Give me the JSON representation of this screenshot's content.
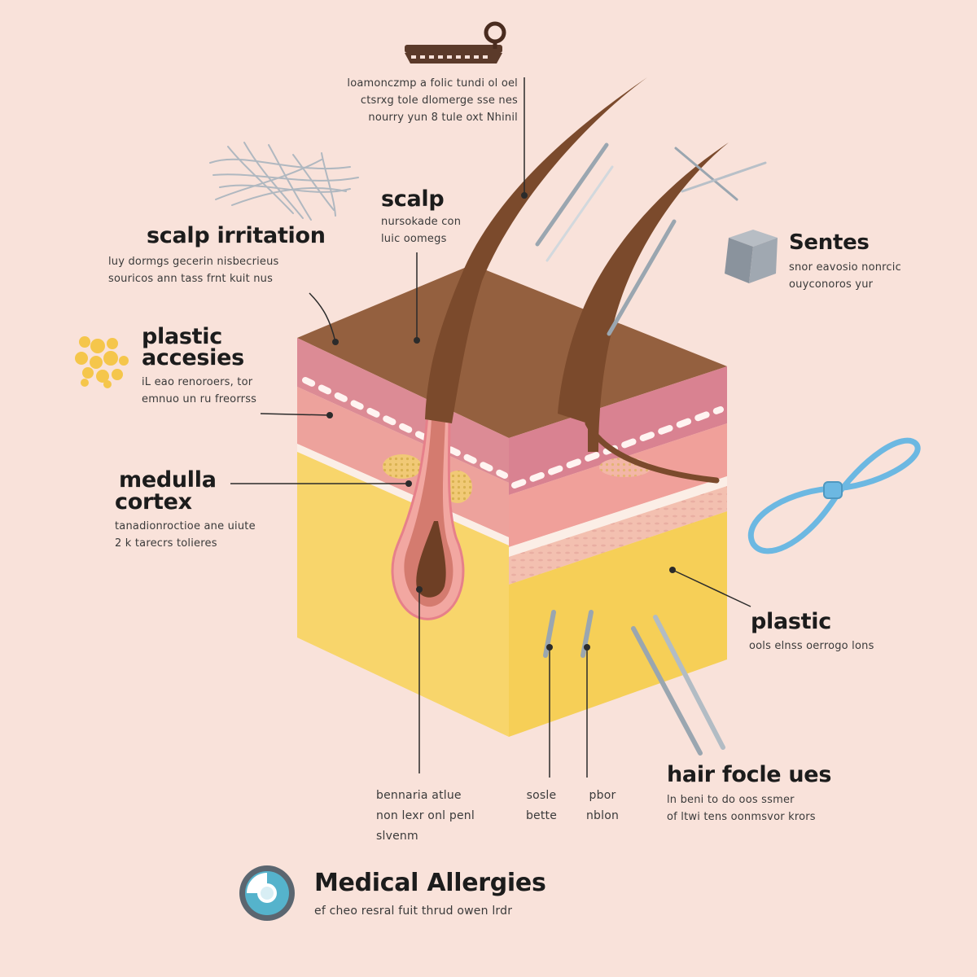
{
  "colors": {
    "background": "#f9e2da",
    "hair": "#7b4a2c",
    "scalp_top": "#94603f",
    "epidermis": "#dc8b95",
    "dermis": "#eda29c",
    "fat": "#f8d56b",
    "plastic_band": "#6cb8e2",
    "allergy_icon": "#55b3cc"
  },
  "icons": [
    "hair-clip-icon",
    "hair-strands-icon",
    "pollen-icon",
    "gray-cube-icon",
    "hair-tie-icon",
    "needle-icon",
    "medical-allergies-icon"
  ],
  "labels": {
    "top_note": [
      "loamonczmp a folic tundi ol oel",
      "ctsrxg tole dlomerge sse nes",
      "nourry yun 8 tule oxt Nhinil"
    ],
    "scalp_irritation": {
      "title": "scalp irritation",
      "lines": [
        "luy dormgs gecerin nisbecrieus",
        "souricos ann tass frnt kuit nus"
      ]
    },
    "scalp": {
      "title": "scalp",
      "lines": [
        "nursokade con",
        "luic oomegs"
      ]
    },
    "sentes": {
      "title": "Sentes",
      "lines": [
        "snor eavosio nonrcic",
        "ouyconoros yur"
      ]
    },
    "plastic_accessories": {
      "title_line1": "plastic",
      "title_line2": "accesies",
      "lines": [
        "iL eao renoroers, tor",
        "emnuo un ru freorrss"
      ]
    },
    "medulla_cortex": {
      "title_line1": "medulla",
      "title_line2": "cortex",
      "lines": [
        "tanadionroctioe ane uiute",
        "2 k tarecrs tolieres"
      ]
    },
    "plastic": {
      "title": "plastic",
      "lines": [
        "ools elnss oerrogo lons"
      ]
    },
    "bottom_a": [
      "bennaria atlue",
      "non lexr onl penl",
      "slvenm"
    ],
    "bottom_b": [
      "sosle",
      "bette"
    ],
    "bottom_c": [
      "pbor",
      "nblon"
    ],
    "hair_follicles": {
      "title": "hair focle ues",
      "lines": [
        "ln beni to do oos ssmer",
        "of ltwi tens oonmsvor krors"
      ]
    },
    "medical_allergies": {
      "title": "Medical Allergies",
      "subtitle": "ef cheo resral fuit thrud owen lrdr"
    }
  }
}
